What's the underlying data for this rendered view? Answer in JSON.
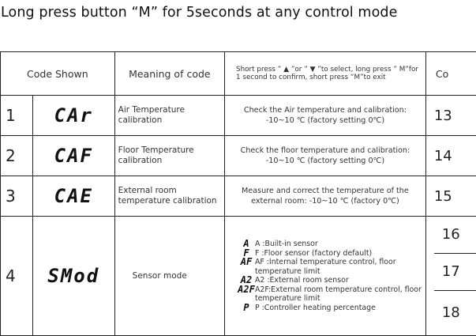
{
  "heading": "Long press button  “M”  for 5seconds at any control mode",
  "table": {
    "headers": {
      "code_shown": "Code Shown",
      "meaning": "Meaning of code",
      "short_press_pre": "Short press ” ",
      "short_press_mid": " ”or ” ",
      "short_press_post": " ”to select, long press ” M”for 1 second to confirm, short press “M”to exit",
      "right_partial": "Co"
    },
    "rows": [
      {
        "num": "1",
        "code": "CAr",
        "meaning": "Air Temperature calibration",
        "desc_line1": "Check the Air temperature and calibration:",
        "desc_line2": "-10~10 ℃  (factory setting 0℃)",
        "right_num": "13"
      },
      {
        "num": "2",
        "code": "CAF",
        "meaning": "Floor Temperature calibration",
        "desc_line1": "Check the floor temperature and calibration:",
        "desc_line2": "-10~10 ℃  (factory setting 0℃)",
        "right_num": "14"
      },
      {
        "num": "3",
        "code": "CAE",
        "meaning": "External room temperature calibration",
        "desc_line1": "Measure and correct the temperature of the",
        "desc_line2": "external room: -10~10 ℃ (factory 0℃)",
        "right_num": "15"
      },
      {
        "num": "4",
        "code": "SMod",
        "meaning": "Sensor mode",
        "right_nums": [
          "16",
          "17",
          "18"
        ],
        "sensors": [
          {
            "icon": "A",
            "text": "A :Built-in sensor"
          },
          {
            "icon": "F",
            "text": "F :Floor sensor (factory default)"
          },
          {
            "icon": "AF",
            "text": "AF :Internal temperature control, floor temperature limit"
          },
          {
            "icon": "A2",
            "text": "A2 :External room sensor"
          },
          {
            "icon": "A2F",
            "text": "A2F:External room temperature control, floor temperature limit"
          },
          {
            "icon": "P",
            "text": "P :Controller heating percentage"
          }
        ]
      }
    ]
  }
}
